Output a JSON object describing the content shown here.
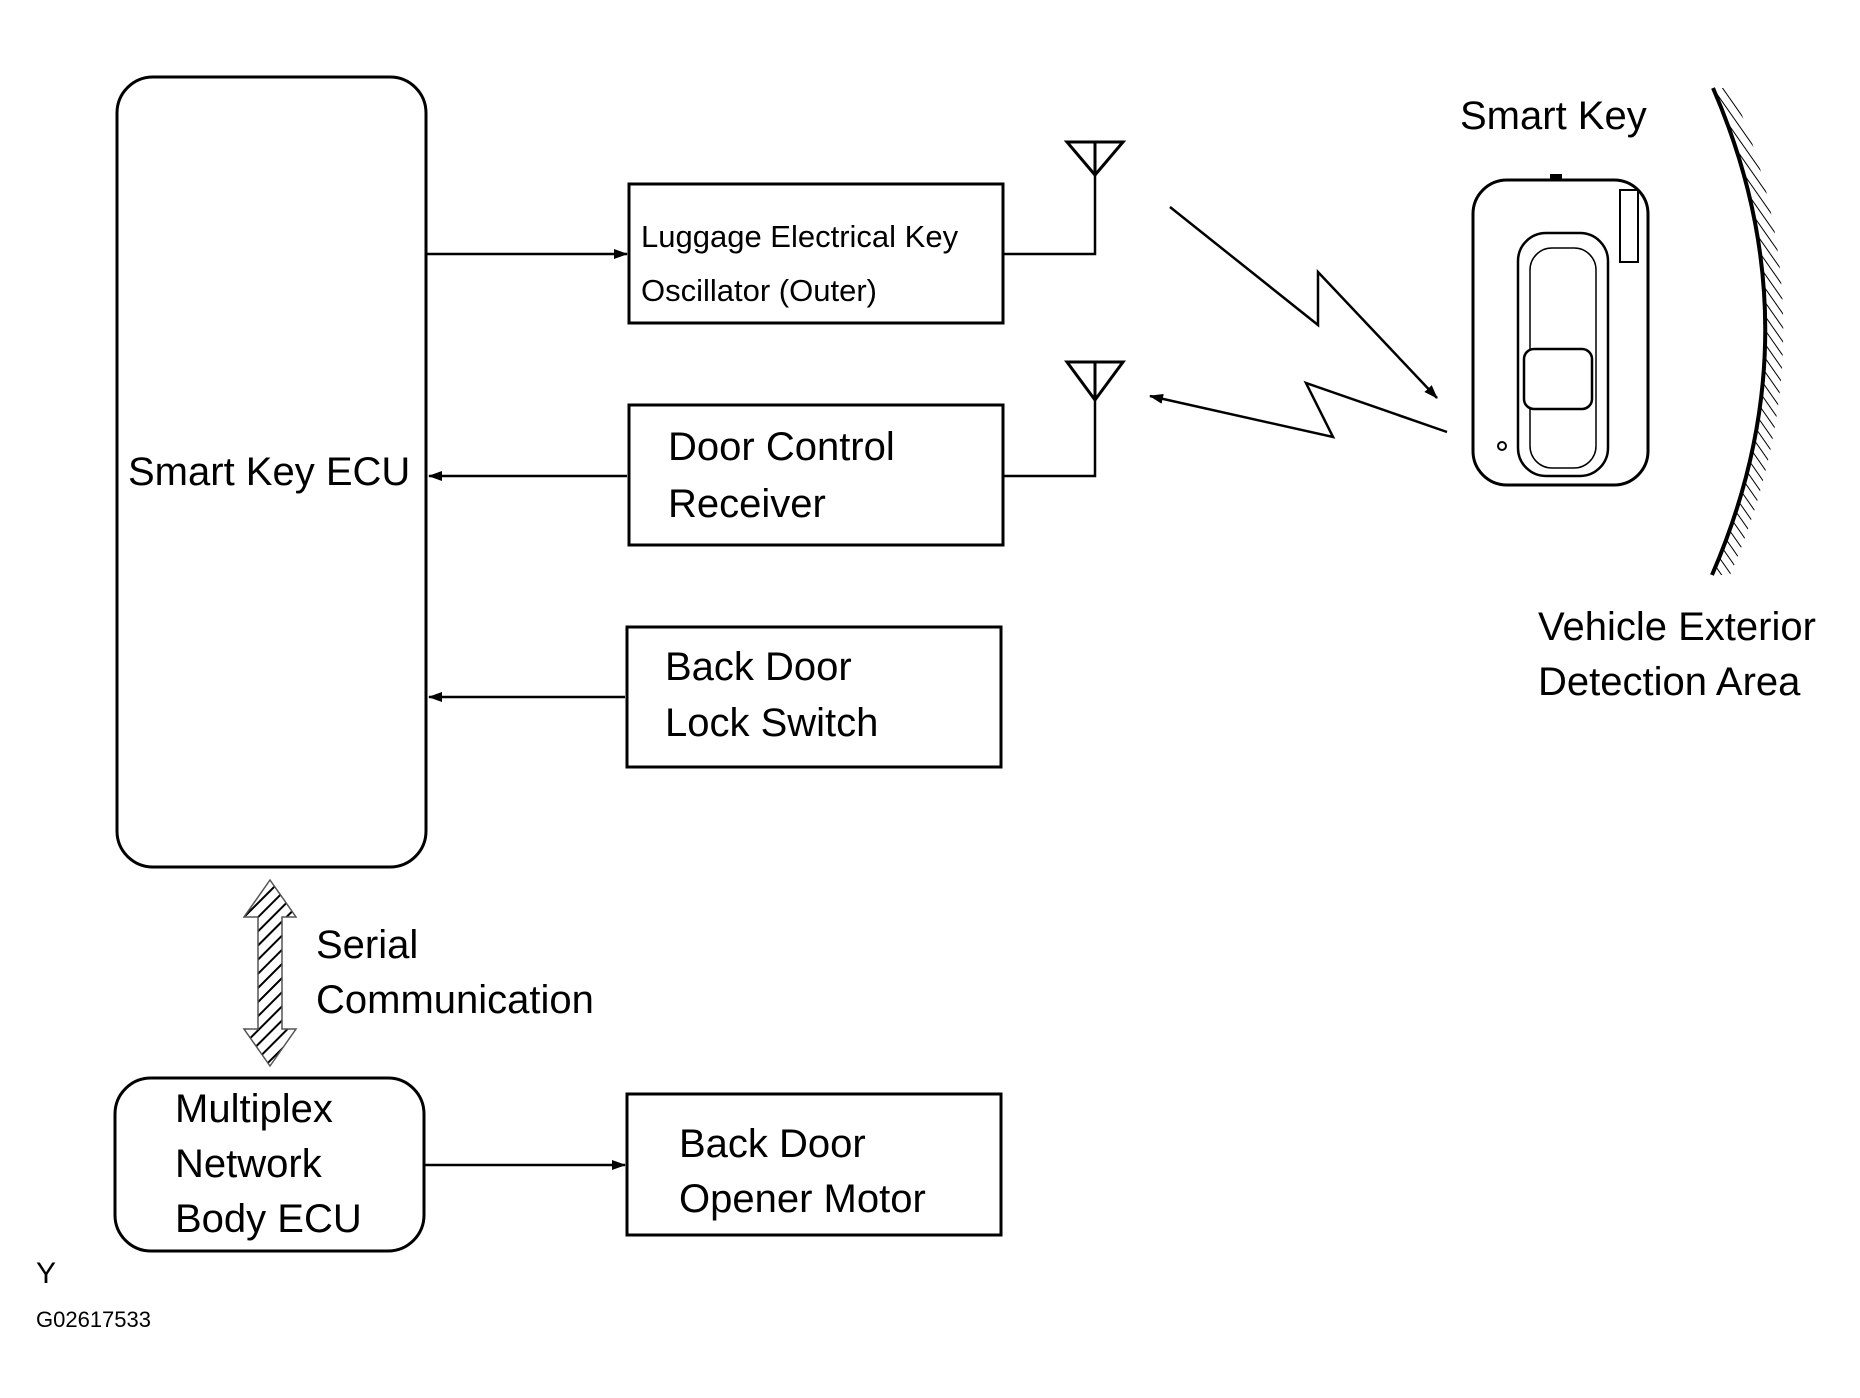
{
  "components": {
    "smart_key_ecu": "Smart Key ECU",
    "luggage_oscillator": {
      "line1": "Luggage Electrical Key",
      "line2": "Oscillator (Outer)"
    },
    "door_control_receiver": {
      "line1": "Door Control",
      "line2": "Receiver"
    },
    "back_door_lock_switch": {
      "line1": "Back Door",
      "line2": "Lock Switch"
    },
    "multiplex_body_ecu": {
      "line1": "Multiplex",
      "line2": "Network",
      "line3": "Body ECU"
    },
    "back_door_opener_motor": {
      "line1": "Back Door",
      "line2": "Opener Motor"
    }
  },
  "serial_link": {
    "line1": "Serial",
    "line2": "Communication"
  },
  "smart_key_label": "Smart Key",
  "detection_area": {
    "line1": "Vehicle Exterior",
    "line2": "Detection Area"
  },
  "footer": {
    "marker": "Y",
    "figure_id": "G02617533"
  },
  "icons": [
    "antenna-icon",
    "smart-key-fob-icon",
    "lightning-signal-icon",
    "double-arrow-icon"
  ]
}
